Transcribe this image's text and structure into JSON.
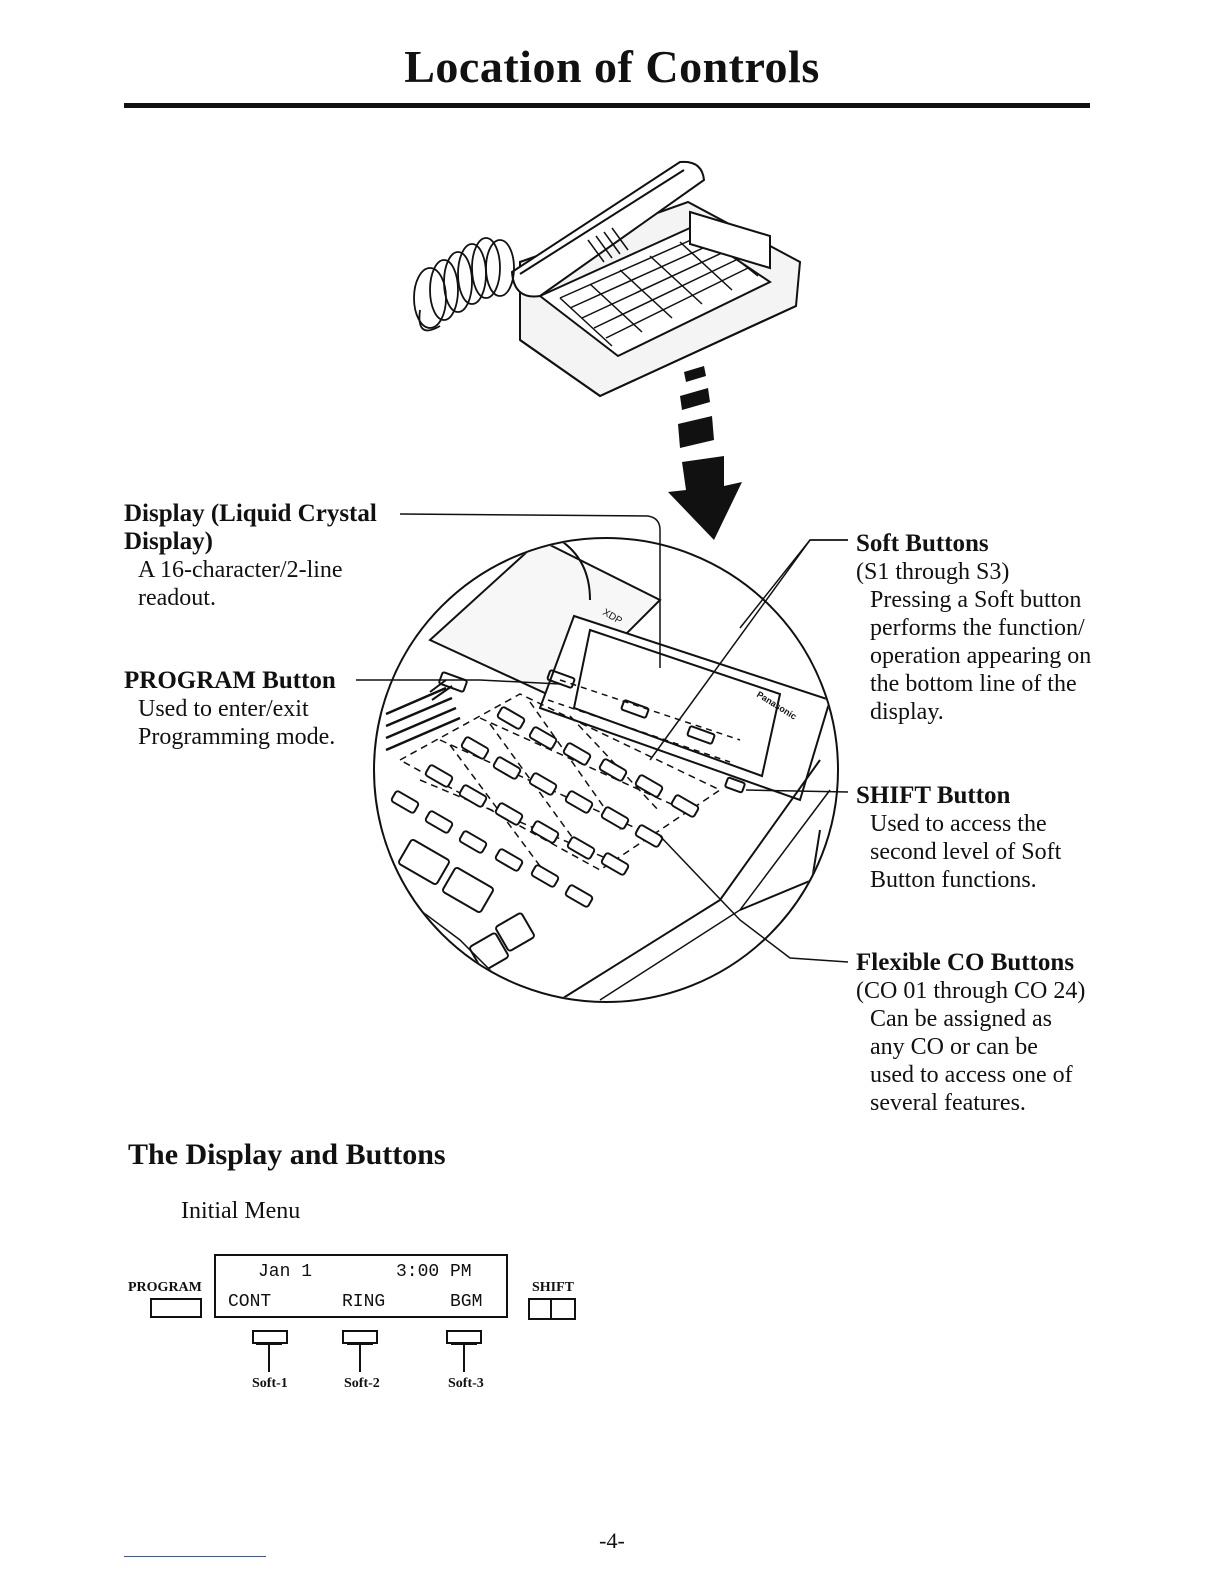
{
  "header": {
    "title": "Location of Controls"
  },
  "callouts": {
    "display": {
      "title_line1": "Display (Liquid Crystal",
      "title_line2": "Display)",
      "body_line1": "A 16-character/2-line",
      "body_line2": "readout."
    },
    "program": {
      "title": "PROGRAM Button",
      "body_line1": "Used to enter/exit",
      "body_line2": "Programming mode."
    },
    "soft": {
      "title": "Soft Buttons",
      "sub": "(S1 through S3)",
      "body_line1": "Pressing a Soft button",
      "body_line2": "performs the function/",
      "body_line3": "operation appearing on",
      "body_line4": "the bottom line of the",
      "body_line5": "display."
    },
    "shift": {
      "title": "SHIFT Button",
      "body_line1": "Used to access the",
      "body_line2": "second level of Soft",
      "body_line3": "Button functions."
    },
    "flexible": {
      "title": "Flexible CO Buttons",
      "sub": "(CO 01 through CO 24)",
      "body_line1": "Can be assigned as",
      "body_line2": "any  CO or can be",
      "body_line3": "used to access one of",
      "body_line4": "several features."
    }
  },
  "illustration": {
    "brand_label": "Panasonic",
    "model_label": "XDP"
  },
  "section": {
    "heading": "The Display and Buttons",
    "subheading": "Initial Menu"
  },
  "display_panel": {
    "program_label": "PROGRAM",
    "shift_label": "SHIFT",
    "line1": {
      "date": "Jan 1",
      "time": "3:00 PM"
    },
    "line2": {
      "soft1": "CONT",
      "soft2": "RING",
      "soft3": "BGM"
    },
    "soft_labels": [
      "Soft-1",
      "Soft-2",
      "Soft-3"
    ]
  },
  "footer": {
    "page_number": "-4-"
  }
}
